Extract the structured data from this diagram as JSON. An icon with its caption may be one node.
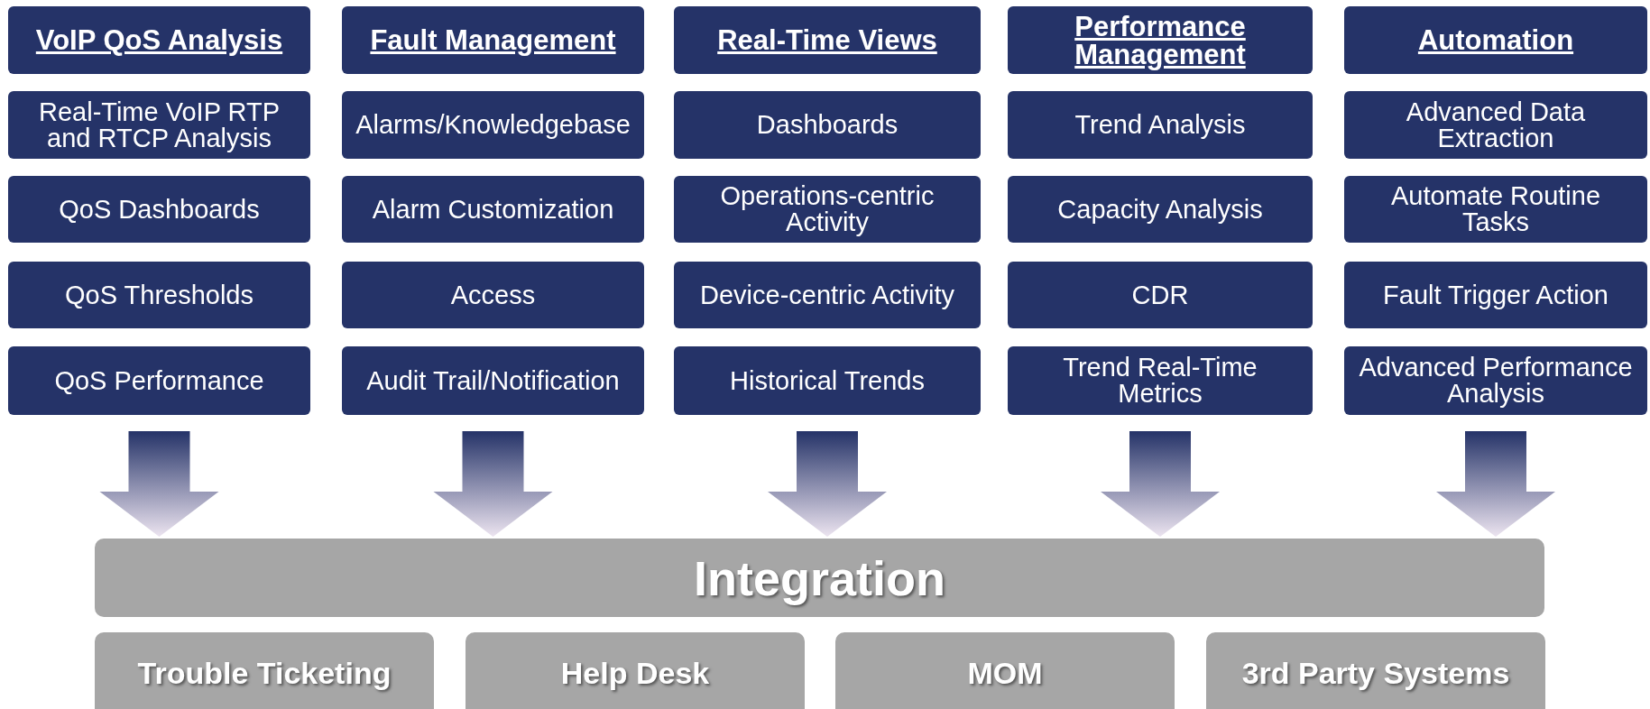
{
  "diagram": {
    "nodes": [
      {
        "text": [
          "VoIP QoS Analysis"
        ]
      },
      {
        "text": [
          "Real-Time VoIP RTP and RTCP Analysis"
        ]
      },
      {
        "text": [
          "QoS Dashboards"
        ]
      },
      {
        "text": [
          "QoS Thresholds"
        ]
      },
      {
        "text": [
          "QoS Performance"
        ]
      },
      {
        "text": [
          "Fault Management"
        ]
      },
      {
        "text": [
          "Alarms/Knowledgebase"
        ]
      },
      {
        "text": [
          "Alarm Customization"
        ]
      },
      {
        "text": [
          "Access"
        ]
      },
      {
        "text": [
          "Audit Trail/Notification"
        ]
      },
      {
        "text": [
          "Real-Time Views"
        ]
      },
      {
        "text": [
          "Dashboards"
        ]
      },
      {
        "text": [
          "Operations-centric Activity"
        ]
      },
      {
        "text": [
          "Device-centric Activity"
        ]
      },
      {
        "text": [
          "Historical Trends"
        ]
      },
      {
        "text": [
          "Performance Management"
        ]
      },
      {
        "text": [
          "Trend Analysis"
        ]
      },
      {
        "text": [
          "Capacity Analysis"
        ]
      },
      {
        "text": [
          "CDR"
        ]
      },
      {
        "text": [
          "Trend Real-Time Metrics"
        ]
      },
      {
        "text": [
          "Automation"
        ]
      },
      {
        "text": [
          "Advanced Data Extraction"
        ]
      },
      {
        "text": [
          "Automate Routine Tasks"
        ]
      },
      {
        "text": [
          "Fault Trigger Action"
        ]
      },
      {
        "text": [
          "Advanced Performance Analysis"
        ]
      },
      {
        "text": [
          "Integration"
        ]
      },
      {
        "text": [
          "Trouble Ticketing"
        ]
      },
      {
        "text": [
          "Help Desk"
        ]
      },
      {
        "text": [
          "MOM"
        ]
      },
      {
        "text": [
          "3rd Party Systems"
        ]
      }
    ],
    "edges": [
      {
        "from": 4,
        "to": 25,
        "arrow": "to"
      },
      {
        "from": 9,
        "to": 25,
        "arrow": "to"
      },
      {
        "from": 14,
        "to": 25,
        "arrow": "to"
      },
      {
        "from": 19,
        "to": 25,
        "arrow": "to"
      },
      {
        "from": 24,
        "to": 25,
        "arrow": "to"
      }
    ]
  }
}
